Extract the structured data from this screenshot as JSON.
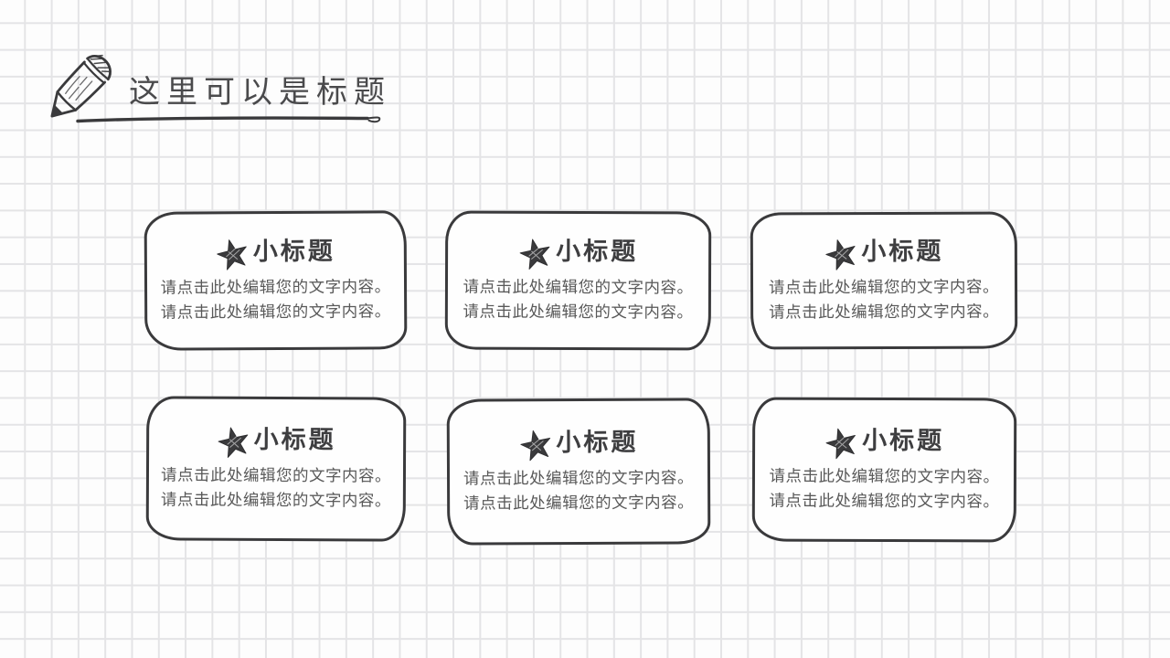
{
  "slide": {
    "title": "这里可以是标题",
    "colors": {
      "ink": "#3a3a3c",
      "heading_text": "#3e3e40",
      "body_text": "#595959",
      "grid_line": "#e4e4e6",
      "paper": "#fdfdfd"
    }
  },
  "cards": [
    {
      "icon": "star-icon",
      "title": "小标题",
      "body": [
        "请点击此处编辑您的文字内容。",
        "请点击此处编辑您的文字内容。"
      ]
    },
    {
      "icon": "star-icon",
      "title": "小标题",
      "body": [
        "请点击此处编辑您的文字内容。",
        "请点击此处编辑您的文字内容。"
      ]
    },
    {
      "icon": "star-icon",
      "title": "小标题",
      "body": [
        "请点击此处编辑您的文字内容。",
        "请点击此处编辑您的文字内容。"
      ]
    },
    {
      "icon": "star-icon",
      "title": "小标题",
      "body": [
        "请点击此处编辑您的文字内容。",
        "请点击此处编辑您的文字内容。"
      ]
    },
    {
      "icon": "star-icon",
      "title": "小标题",
      "body": [
        "请点击此处编辑您的文字内容。",
        "请点击此处编辑您的文字内容。"
      ]
    },
    {
      "icon": "star-icon",
      "title": "小标题",
      "body": [
        "请点击此处编辑您的文字内容。",
        "请点击此处编辑您的文字内容。"
      ]
    }
  ]
}
